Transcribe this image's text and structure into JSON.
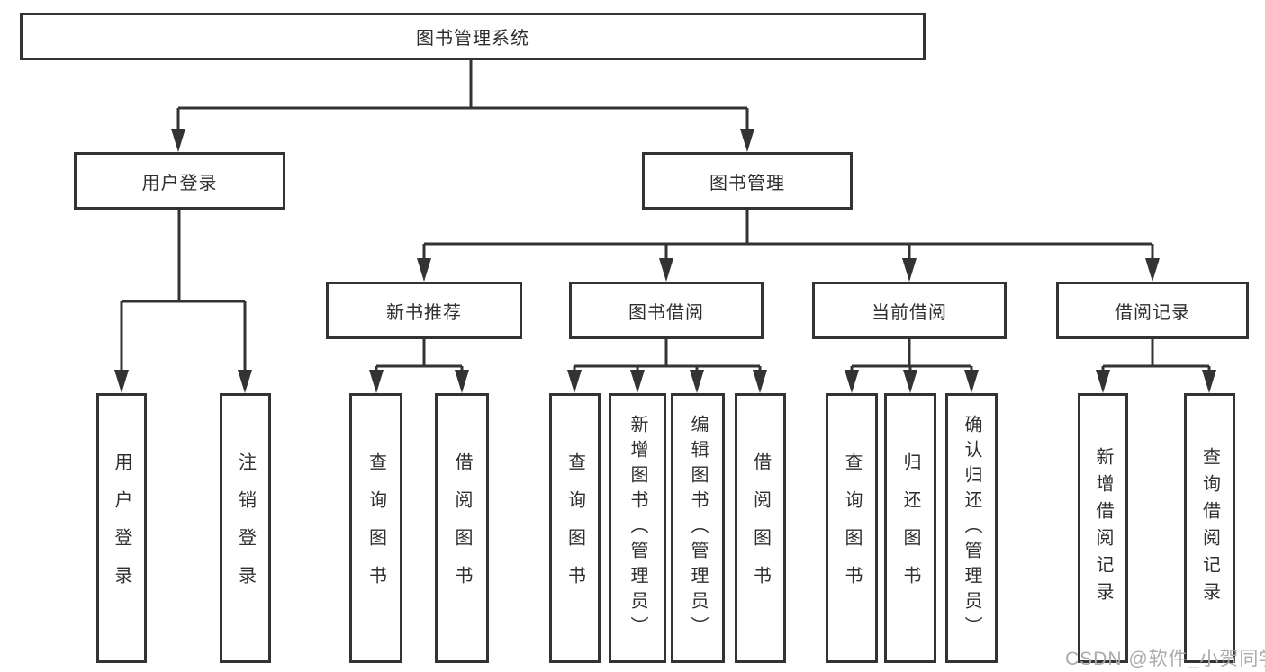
{
  "diagram": {
    "root": {
      "label": "图书管理系统"
    },
    "level2": [
      {
        "label": "用户登录"
      },
      {
        "label": "图书管理"
      }
    ],
    "level3": [
      {
        "label": "新书推荐"
      },
      {
        "label": "图书借阅"
      },
      {
        "label": "当前借阅"
      },
      {
        "label": "借阅记录"
      }
    ],
    "leaves": {
      "login": [
        {
          "label": "用户登录"
        },
        {
          "label": "注销登录"
        }
      ],
      "newbook": [
        {
          "label": "查询图书"
        },
        {
          "label": "借阅图书"
        }
      ],
      "borrow": [
        {
          "label": "查询图书"
        },
        {
          "label": "新增图书（管理员）"
        },
        {
          "label": "编辑图书（管理员）"
        },
        {
          "label": "借阅图书"
        }
      ],
      "current": [
        {
          "label": "查询图书"
        },
        {
          "label": "归还图书"
        },
        {
          "label": "确认归还（管理员）"
        }
      ],
      "records": [
        {
          "label": "新增借阅记录"
        },
        {
          "label": "查询借阅记录"
        }
      ]
    },
    "colors": {
      "line": "#333333",
      "box_border": "#333333",
      "box_background": "#ffffff",
      "text": "#2f2f2f",
      "page_background": "#ffffff",
      "watermark": "#ababab"
    }
  },
  "watermark": {
    "text": "CSDN @软件_小贺同学"
  }
}
